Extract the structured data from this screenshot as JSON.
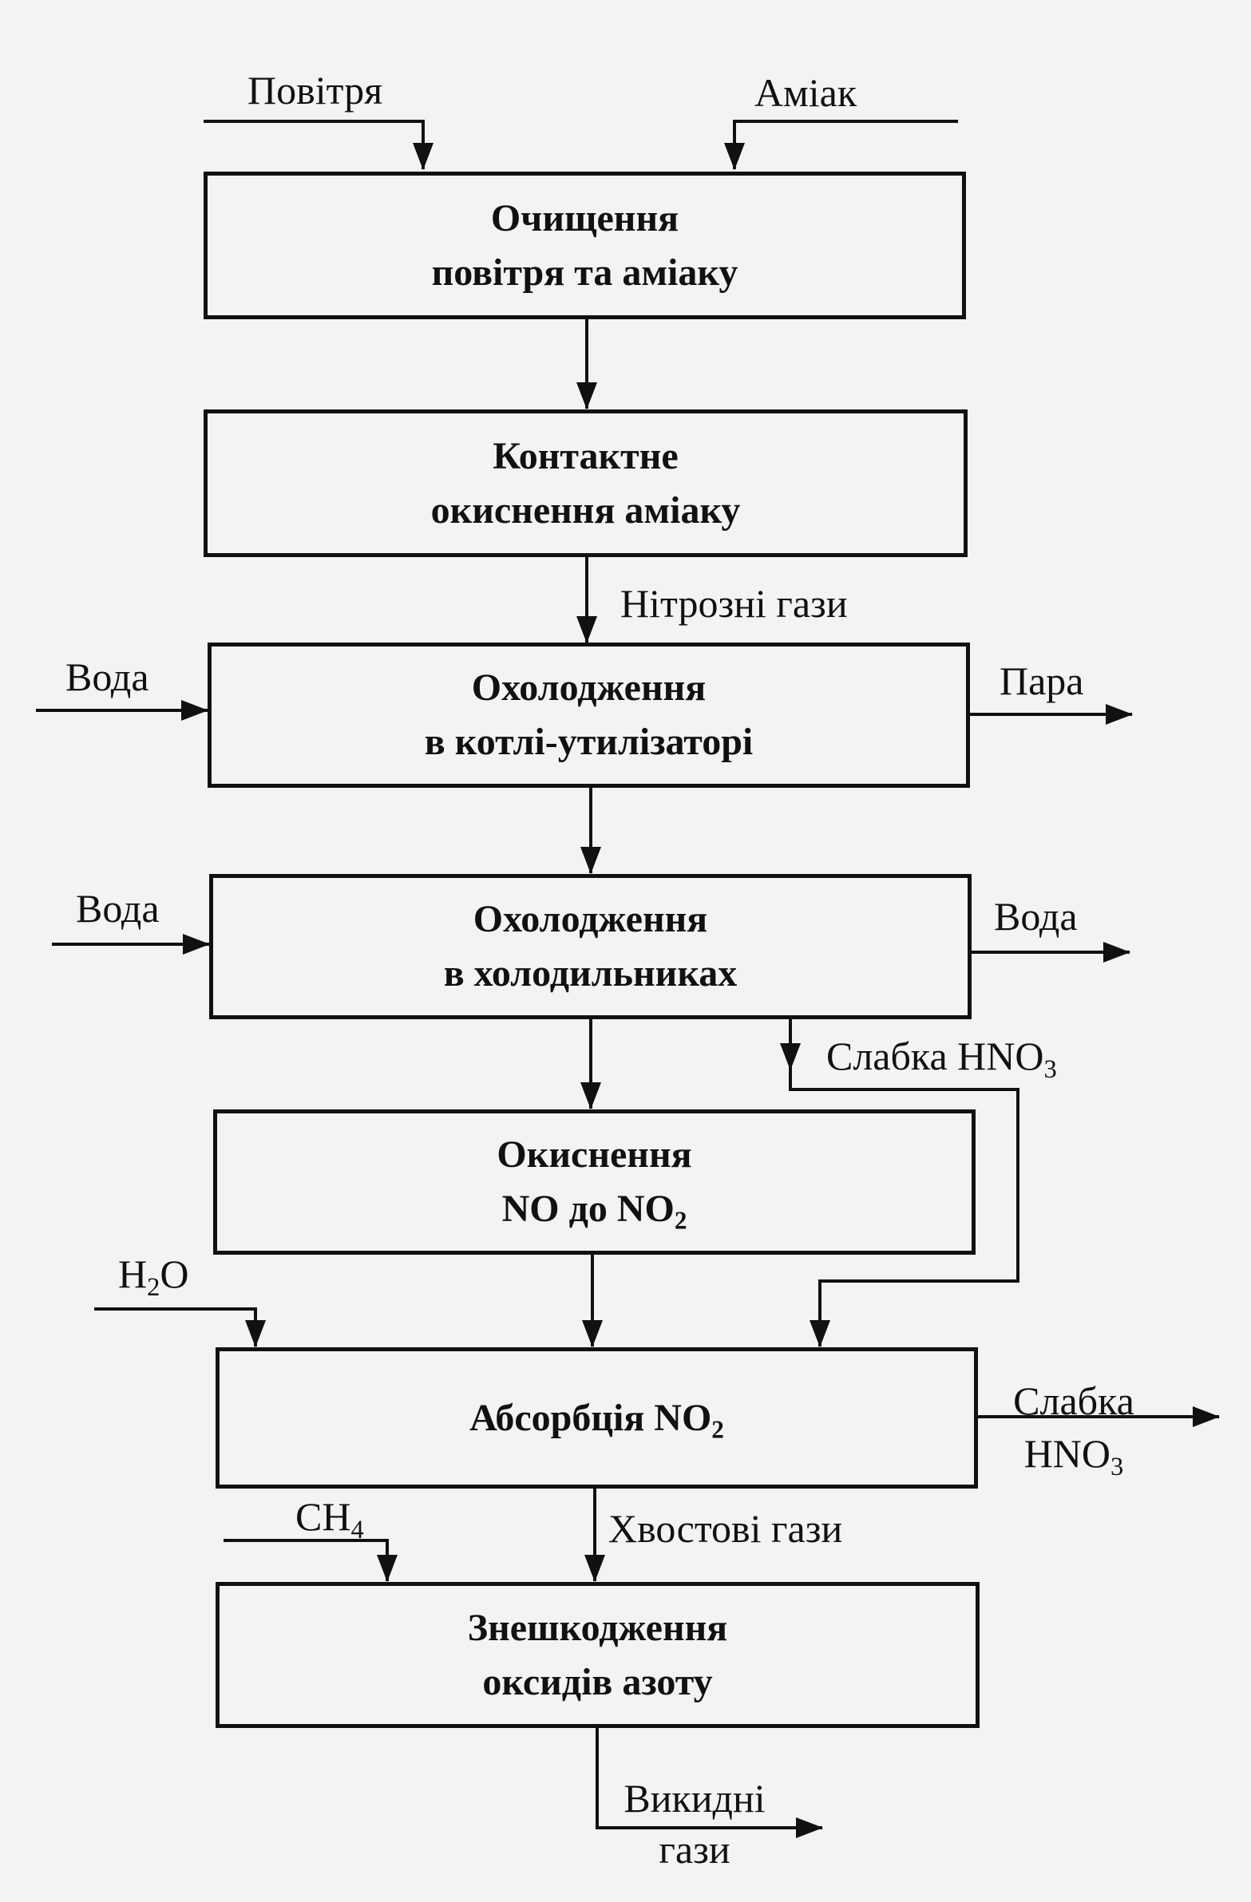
{
  "inputs": {
    "air": "Повітря",
    "ammonia": "Аміак"
  },
  "blocks": [
    {
      "line1": "Очищення",
      "line2": "повітря та аміаку"
    },
    {
      "line1": "Контактне",
      "line2": "окиснення аміаку"
    },
    {
      "line1": "Охолодження",
      "line2": "в котлі-утилізаторі"
    },
    {
      "line1": "Охолодження",
      "line2": "в холодильниках"
    },
    {
      "line1": "Окиснення",
      "line2_prefix": "NO до NO",
      "line2_sub": "2"
    },
    {
      "line1_prefix": "Абсорбція NO",
      "line1_sub": "2"
    },
    {
      "line1": "Знешкодження",
      "line2": "оксидів азоту"
    }
  ],
  "streams": {
    "nitrous_gases": "Нітрозні гази",
    "water_in_1": "Вода",
    "steam_out": "Пара",
    "water_in_2": "Вода",
    "water_out": "Вода",
    "weak_acid_internal": {
      "prefix": "Слабка HNO",
      "sub": "3"
    },
    "water_h2o": {
      "prefix": "H",
      "sub": "2",
      "suffix": "O"
    },
    "weak_acid_out": {
      "line1": "Слабка",
      "prefix": "HNO",
      "sub": "3"
    },
    "methane": {
      "prefix": "CH",
      "sub": "4"
    },
    "tail_gases": "Хвостові гази",
    "exhaust": {
      "line1": "Викидні",
      "line2": "гази"
    }
  }
}
